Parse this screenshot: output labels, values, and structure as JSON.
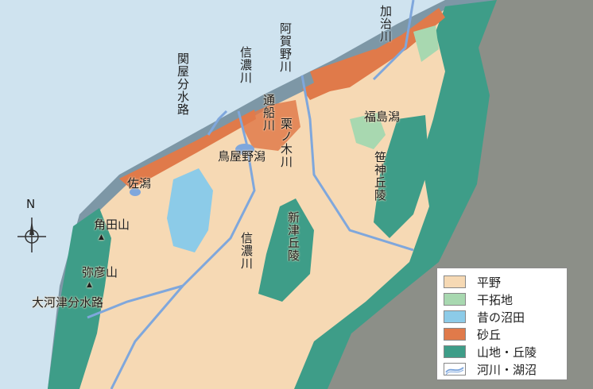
{
  "labels": {
    "kaji_river": "加治川",
    "agano_river": "阿賀野川",
    "shinano_river_north": "信濃川",
    "sekiya_channel": "関屋分水路",
    "fukushimagata": "福島潟",
    "tsusen_river": "通船川",
    "kurinoki_river": "栗ノ木川",
    "toyanogata": "鳥屋野潟",
    "sagata": "佐潟",
    "kakudayama": "角田山",
    "yahikoyama": "弥彦山",
    "okozu_channel": "大河津分水路",
    "shinano_river_south": "信濃川",
    "niitsu_hills": "新津丘陵",
    "sasakami_hills": "笹神丘陵"
  },
  "compass": {
    "north_label": "N"
  },
  "legend": {
    "items": [
      {
        "label": "平野",
        "color": "#f6d9b4",
        "kind": "fill"
      },
      {
        "label": "干拓地",
        "color": "#a8d8b0",
        "kind": "fill"
      },
      {
        "label": "昔の沼田",
        "color": "#8ccbe8",
        "kind": "fill"
      },
      {
        "label": "砂丘",
        "color": "#e07a4a",
        "kind": "fill"
      },
      {
        "label": "山地・丘陵",
        "color": "#3e9d88",
        "kind": "fill"
      },
      {
        "label": "河川・湖沼",
        "color": "#7fa7dc",
        "kind": "river"
      }
    ]
  },
  "colors": {
    "sea": "#cfe3ef",
    "plain": "#f6d9b4",
    "reclaimed": "#a8d8b0",
    "old_marsh": "#8ccbe8",
    "dune": "#e07a4a",
    "mountain": "#3e9d88",
    "river": "#7fa7dc",
    "outside": "#8c8f88",
    "coast_band": "#7d97a6"
  }
}
